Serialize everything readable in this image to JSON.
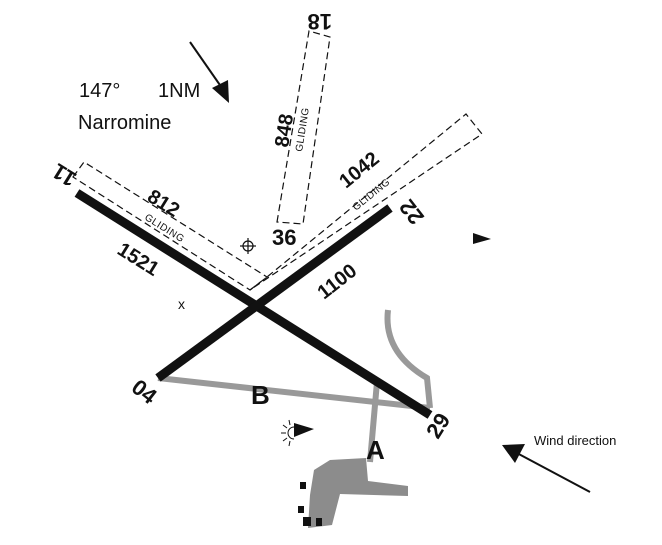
{
  "info": {
    "bearing": "147°",
    "distance": "1NM",
    "place": "Narromine"
  },
  "runways": {
    "r11_29": {
      "end_a": "11",
      "end_b": "29",
      "length": "1521"
    },
    "r04_22": {
      "end_a": "04",
      "end_b": "22",
      "length": "1100"
    }
  },
  "gliding_strips": {
    "g11": {
      "length": "812",
      "label": "GLIDING"
    },
    "g18_36": {
      "end_a": "18",
      "end_b": "36",
      "length": "848",
      "label": "GLIDING"
    },
    "g22": {
      "length": "1042",
      "label": "GLIDING"
    }
  },
  "taxiways": {
    "a": "A",
    "b": "B"
  },
  "marker": "x",
  "wind": {
    "label": "Wind direction"
  },
  "colors": {
    "runway": "#111111",
    "taxiway": "#999999",
    "apron": "#8c8c8c"
  }
}
